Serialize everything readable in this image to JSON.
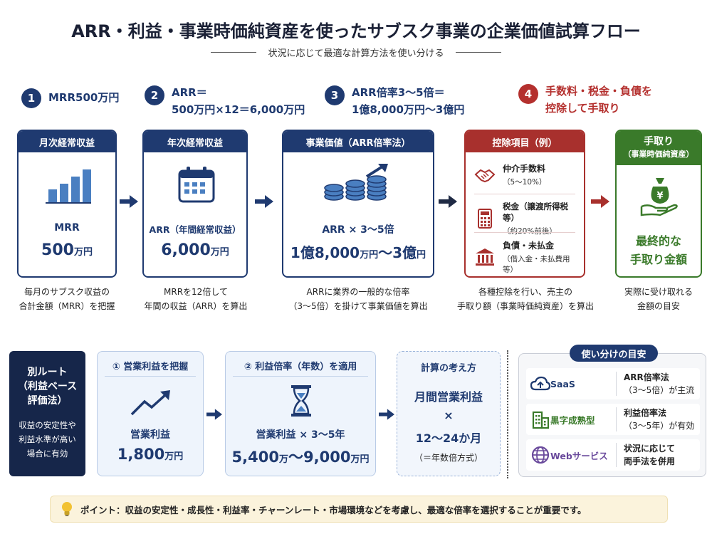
{
  "title": "ARR・利益・事業時価純資産を使ったサブスク事業の企業価値試算フロー",
  "subtitle": "状況に応じて最適な計算方法を使い分ける",
  "steps": [
    {
      "num": "1",
      "line1": "MRR500万円",
      "line2": ""
    },
    {
      "num": "2",
      "line1": "ARR＝",
      "line2": "500万円×12＝6,000万円"
    },
    {
      "num": "3",
      "line1": "ARR倍率3〜5倍＝",
      "line2": "1億8,000万円〜3億円"
    },
    {
      "num": "4",
      "line1": "手数料・税金・負債を",
      "line2": "控除して手取り"
    }
  ],
  "cards": {
    "mrr": {
      "header": "月次経常収益",
      "label": "MRR",
      "value": "500",
      "unit": "万円",
      "desc1": "毎月のサブスク収益の",
      "desc2": "合計金額（MRR）を把握"
    },
    "arr": {
      "header": "年次経常収益",
      "label": "ARR（年間経常収益）",
      "value": "6,000",
      "unit": "万円",
      "desc1": "MRRを12倍して",
      "desc2": "年間の収益（ARR）を算出"
    },
    "value": {
      "header": "事業価値（ARR倍率法）",
      "label": "ARR × 3〜5倍",
      "v1": "1億8,000",
      "u1": "万円",
      "mid": "〜",
      "v2": "3億",
      "u2": "円",
      "desc1": "ARRに業界の一般的な倍率",
      "desc2": "（3〜5倍）を掛けて事業価値を算出"
    },
    "deduction": {
      "header": "控除項目（例）",
      "items": [
        {
          "title": "仲介手数料",
          "detail": "（5〜10%）"
        },
        {
          "title": "税金（譲渡所得税 等）",
          "detail": "（約20%前後）"
        },
        {
          "title": "負債・未払金",
          "detail": "（借入金・未払費用 等）"
        }
      ],
      "desc1": "各種控除を行い、売主の",
      "desc2": "手取り額（事業時価純資産）を算出"
    },
    "net": {
      "header1": "手取り",
      "header2": "（事業時価純資産）",
      "line1": "最終的な",
      "line2": "手取り金額",
      "desc1": "実際に受け取れる",
      "desc2": "金額の目安"
    }
  },
  "alt": {
    "title1": "別ルート",
    "title2": "（利益ベース",
    "title3": "評価法）",
    "p1": "収益の安定性や",
    "p2": "利益水準が高い",
    "p3": "場合に有効",
    "c1": {
      "header": "① 営業利益を把握",
      "label": "営業利益",
      "value": "1,800",
      "unit": "万円"
    },
    "c2": {
      "header": "② 利益倍率（年数）を適用",
      "label": "営業利益 × 3〜5年",
      "v1": "5,400",
      "u1": "万",
      "mid": "〜",
      "v2": "9,000",
      "u2": "万円"
    },
    "c3": {
      "header": "計算の考え方",
      "l1": "月間営業利益",
      "l2": "×",
      "l3": "12〜24か月",
      "l4": "（＝年数倍方式）"
    }
  },
  "legend": {
    "tag": "使い分けの目安",
    "rows": [
      {
        "name": "SaaS",
        "d1": "ARR倍率法",
        "d2": "（3〜5倍）が主流"
      },
      {
        "name": "黒字成熟型",
        "d1": "利益倍率法",
        "d2": "（3〜5年）が有効"
      },
      {
        "name": "Webサービス",
        "d1": "状況に応じて",
        "d2": "両手法を併用"
      }
    ]
  },
  "point": "ポイント：収益の安定性・成長性・利益率・チャーンレート・市場環境などを考慮し、最適な倍率を選択することが重要です。",
  "colors": {
    "navy": "#1f3a70",
    "red": "#b4302e",
    "green": "#3a7a2a"
  }
}
